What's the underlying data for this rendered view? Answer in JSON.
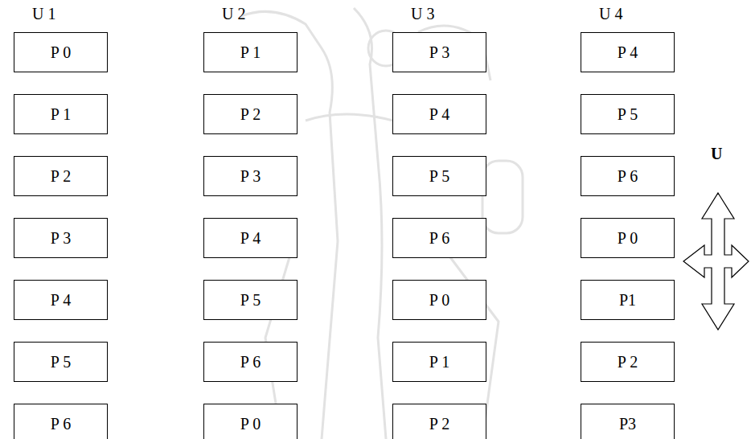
{
  "diagram": {
    "nodes": [
      {
        "text": [
          "P 0"
        ]
      },
      {
        "text": [
          "P 1"
        ]
      },
      {
        "text": [
          "P 2"
        ]
      },
      {
        "text": [
          "P 3"
        ]
      },
      {
        "text": [
          "P 4"
        ]
      },
      {
        "text": [
          "P 5"
        ]
      },
      {
        "text": [
          "P 6"
        ]
      },
      {
        "text": [
          "P 1"
        ]
      },
      {
        "text": [
          "P 2"
        ]
      },
      {
        "text": [
          "P 3"
        ]
      },
      {
        "text": [
          "P 4"
        ]
      },
      {
        "text": [
          "P 5"
        ]
      },
      {
        "text": [
          "P 6"
        ]
      },
      {
        "text": [
          "P 0"
        ]
      },
      {
        "text": [
          "P 3"
        ]
      },
      {
        "text": [
          "P 4"
        ]
      },
      {
        "text": [
          "P 5"
        ]
      },
      {
        "text": [
          "P 6"
        ]
      },
      {
        "text": [
          "P 0"
        ]
      },
      {
        "text": [
          "P 1"
        ]
      },
      {
        "text": [
          "P 2"
        ]
      },
      {
        "text": [
          "P 4"
        ]
      },
      {
        "text": [
          "P 5"
        ]
      },
      {
        "text": [
          "P 6"
        ]
      },
      {
        "text": [
          "P 0"
        ]
      },
      {
        "text": [
          "P1"
        ]
      },
      {
        "text": [
          "P 2"
        ]
      },
      {
        "text": [
          "P3"
        ]
      }
    ],
    "labels": [
      "U 1",
      "U 2",
      "U 3",
      "U 4",
      "U"
    ]
  }
}
